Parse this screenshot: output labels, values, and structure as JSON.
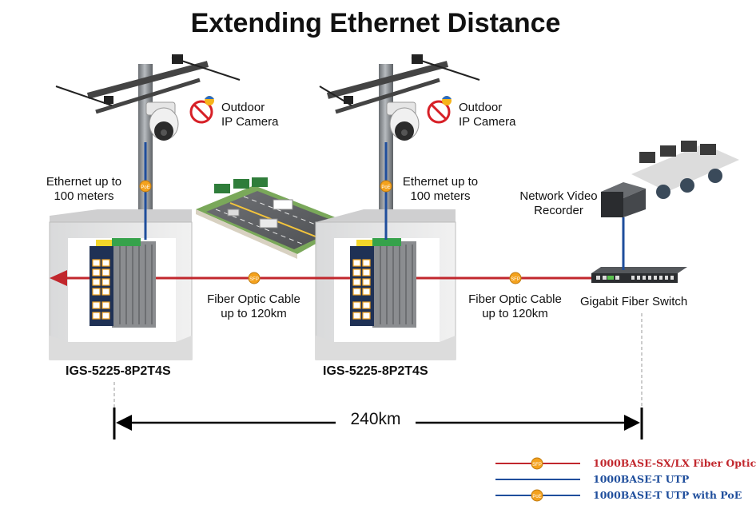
{
  "title": "Extending Ethernet Distance",
  "camera_label_1": [
    "Outdoor",
    "IP Camera"
  ],
  "camera_label_2": [
    "Outdoor",
    "IP Camera"
  ],
  "ethernet_label_1": [
    "Ethernet up to",
    "100 meters"
  ],
  "ethernet_label_2": [
    "Ethernet up to",
    "100 meters"
  ],
  "fiber_label_1": [
    "Fiber Optic Cable",
    "up to 120km"
  ],
  "fiber_label_2": [
    "Fiber Optic Cable",
    "up to 120km"
  ],
  "nvr_label": [
    "Network Video",
    "Recorder"
  ],
  "fiber_switch_label": "Gigabit Fiber Switch",
  "switch_model_1": "IGS-5225-8P2T4S",
  "switch_model_2": "IGS-5225-8P2T4S",
  "distance": "240km",
  "badges": {
    "sfp": "SFP",
    "poe": "PoE"
  },
  "legend": [
    {
      "label": "1000BASE-SX/LX Fiber Optic",
      "color": "#c1272d",
      "badge": "sfp"
    },
    {
      "label": "1000BASE-T UTP",
      "color": "#1f4e9c",
      "badge": ""
    },
    {
      "label": "1000BASE-T UTP with PoE",
      "color": "#1f4e9c",
      "badge": "poe"
    }
  ],
  "colors": {
    "fiber": "#c1272d",
    "utp": "#1f4e9c",
    "badge": "#f4a21d",
    "legend_text_1": "#c1272d",
    "legend_text_2": "#1f4e9c",
    "legend_text_3": "#1f4e9c"
  }
}
